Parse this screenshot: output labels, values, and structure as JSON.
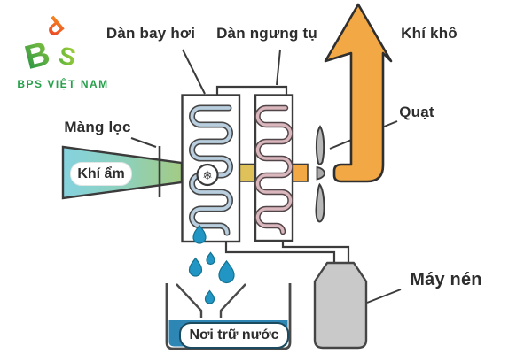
{
  "brand": {
    "name": "BPS VIỆT NAM",
    "letters": {
      "b": "B",
      "p": "P",
      "s": "S"
    }
  },
  "diagram": {
    "labels": {
      "evaporator": "Dàn bay hơi",
      "condenser": "Dàn ngưng tụ",
      "dry_air": "Khí khô",
      "fan": "Quạt",
      "filter": "Màng lọc",
      "humid_air": "Khí ẩm",
      "compressor": "Máy nén",
      "water_tank": "Nơi trữ nước"
    },
    "icons": {
      "snowflake": "❄"
    },
    "colors": {
      "arrow_orange": "#f2a844",
      "air_cool_cyan": "#85d3e0",
      "air_green": "#a3cb84",
      "air_warm_yellow": "#dec158",
      "evaporator_coil_blue": "#b9cfdf",
      "condenser_coil_pink": "#d9b7bc",
      "water_blue": "#2e86b5",
      "droplet_blue": "#2196c4",
      "brand_green": "#27a04b",
      "outline_dark": "#3b3b3b"
    }
  }
}
